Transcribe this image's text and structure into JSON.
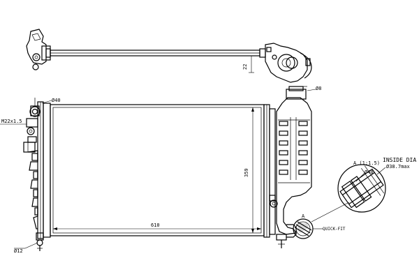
{
  "labels": {
    "dim_top_22": "22",
    "dia_left_top": "Ø40",
    "thread_left": "M22x1.5",
    "dim_height": "359",
    "dim_width": "610",
    "dia_left_bottom": "Ø12",
    "dia_tank_cap": "Ø8",
    "detail_marker": "A",
    "detail_title": "A (1:1.5)",
    "inside_dia": "INSIDE DIA",
    "inside_dia_value": "Ø38.7max",
    "dia_detail": "Ø40",
    "quick_fit": "QUICK-FIT"
  }
}
